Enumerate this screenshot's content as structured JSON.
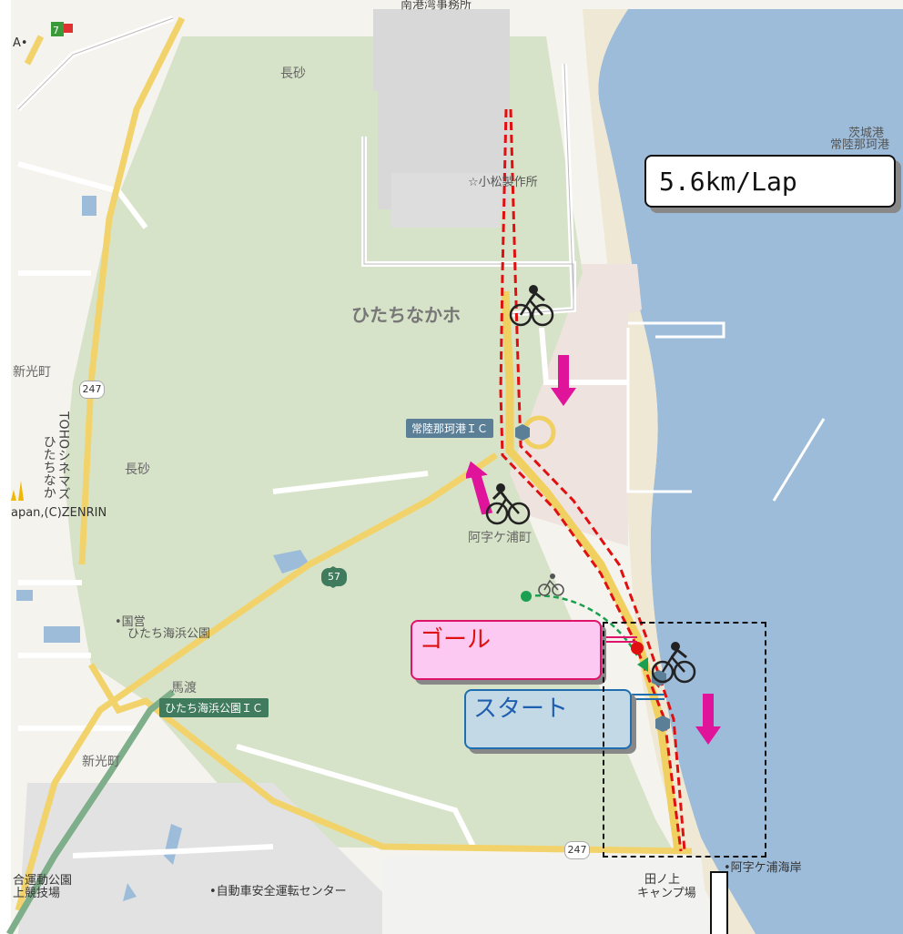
{
  "map": {
    "labels": {
      "hitachinaka_city": "ひたちなかホ",
      "nagasuna_top": "長砂",
      "nagasuna_mid": "長砂",
      "komatsu": "☆小松製作所",
      "ibaraki_port": "茨城港",
      "hitachinaka_port": "常陸那珂港",
      "ajigaura_town": "阿字ケ浦町",
      "shinko_cho_left": "新光町",
      "shinko_cho_bottom": "新光町",
      "umawatari": "馬渡",
      "kokuei": "•国営",
      "seaside_park": "ひたち海浜公園",
      "toho_cinemas": "TOHOシネマズ",
      "toho_hitachinaka": "ひたちなか",
      "copyright": "apan,(C)ZENRIN",
      "corner_a": "A•",
      "sports_park_1": "合運動公園",
      "sports_park_2": "上競技場",
      "driving_center": "•自動車安全運転センター",
      "ajigaura_coast": "•阿字ケ浦海岸",
      "camp_1": "田ノ上",
      "camp_2": "キャンプ場",
      "top_cut": "南港湾事務所"
    },
    "ic": {
      "port_ic": "常陸那珂港ＩＣ",
      "park_ic": "ひたち海浜公園ＩＣ"
    },
    "routes": {
      "r247_a": "247",
      "r247_b": "247",
      "r57": "57"
    }
  },
  "course": {
    "lap": "5.6km/Lap",
    "goal": "ゴール",
    "start": "スタート"
  },
  "colors": {
    "sea": "#9dbcd9",
    "park": "#d7e3c8",
    "course_line": "#e01010",
    "arrow": "#e0139b",
    "goal_fill": "#fbc9f1",
    "start_fill": "#c4d9e6"
  },
  "icons": [
    "bicycle-icon",
    "arrow-down-icon",
    "arrow-up-icon",
    "seven-eleven-icon",
    "ic-junction-icon"
  ]
}
